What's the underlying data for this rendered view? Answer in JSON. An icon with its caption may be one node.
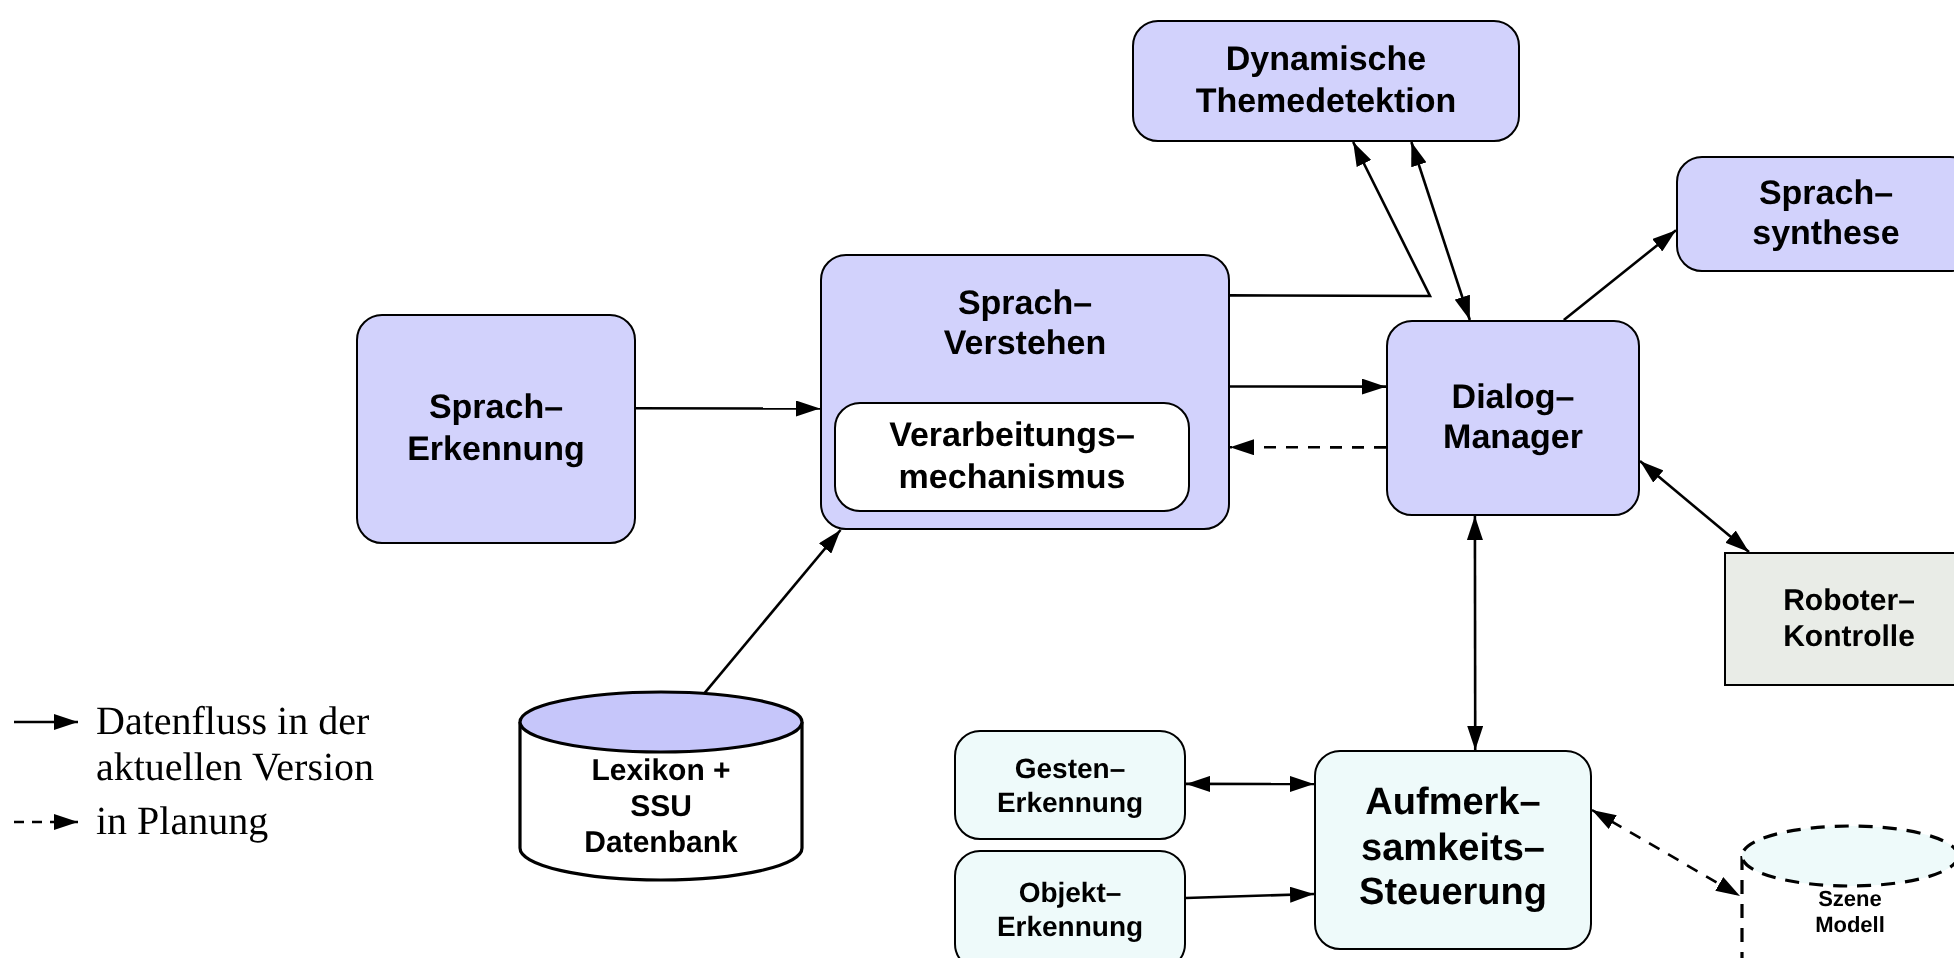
{
  "diagram": {
    "nodes": [
      {
        "text": [
          "Sprach– Erkennung"
        ]
      },
      {
        "text": [
          "Sprach– Verstehen"
        ]
      },
      {
        "text": [
          "Verarbeitungs– mechanismus"
        ],
        "in": 1
      },
      {
        "text": [
          "Dialog– Manager"
        ]
      },
      {
        "text": [
          "Dynamische Themedetektion"
        ]
      },
      {
        "text": [
          "Sprach– synthese"
        ]
      },
      {
        "text": [
          "Roboter– Kontrolle"
        ]
      },
      {
        "text": [
          "Lexikon + SSU Datenbank"
        ]
      },
      {
        "text": [
          "Gesten– Erkennung"
        ]
      },
      {
        "text": [
          "Objekt– Erkennung"
        ]
      },
      {
        "text": [
          "Aufmerk– samkeits– Steuerung"
        ]
      },
      {
        "text": [
          "Szene Modell"
        ]
      }
    ],
    "edges": [
      {
        "from": 0,
        "to": 1,
        "arrow": "to"
      },
      {
        "from": 7,
        "to": 1,
        "arrow": "to"
      },
      {
        "from": 1,
        "to": 3,
        "arrow": "to"
      },
      {
        "from": 3,
        "to": 1,
        "arrow": "to",
        "style": "dashed"
      },
      {
        "from": 1,
        "to": 4,
        "arrow": "to"
      },
      {
        "from": 3,
        "to": 4,
        "arrow": "both"
      },
      {
        "from": 3,
        "to": 5,
        "arrow": "to"
      },
      {
        "from": 3,
        "to": 6,
        "arrow": "both"
      },
      {
        "from": 3,
        "to": 10,
        "arrow": "both"
      },
      {
        "from": 8,
        "to": 10,
        "arrow": "both"
      },
      {
        "from": 9,
        "to": 10,
        "arrow": "to"
      },
      {
        "from": 10,
        "to": 11,
        "arrow": "both",
        "style": "dashed"
      }
    ],
    "legend": [
      {
        "text": "Datenfluss in der aktuellen Version"
      },
      {
        "text": "in Planung"
      }
    ]
  }
}
